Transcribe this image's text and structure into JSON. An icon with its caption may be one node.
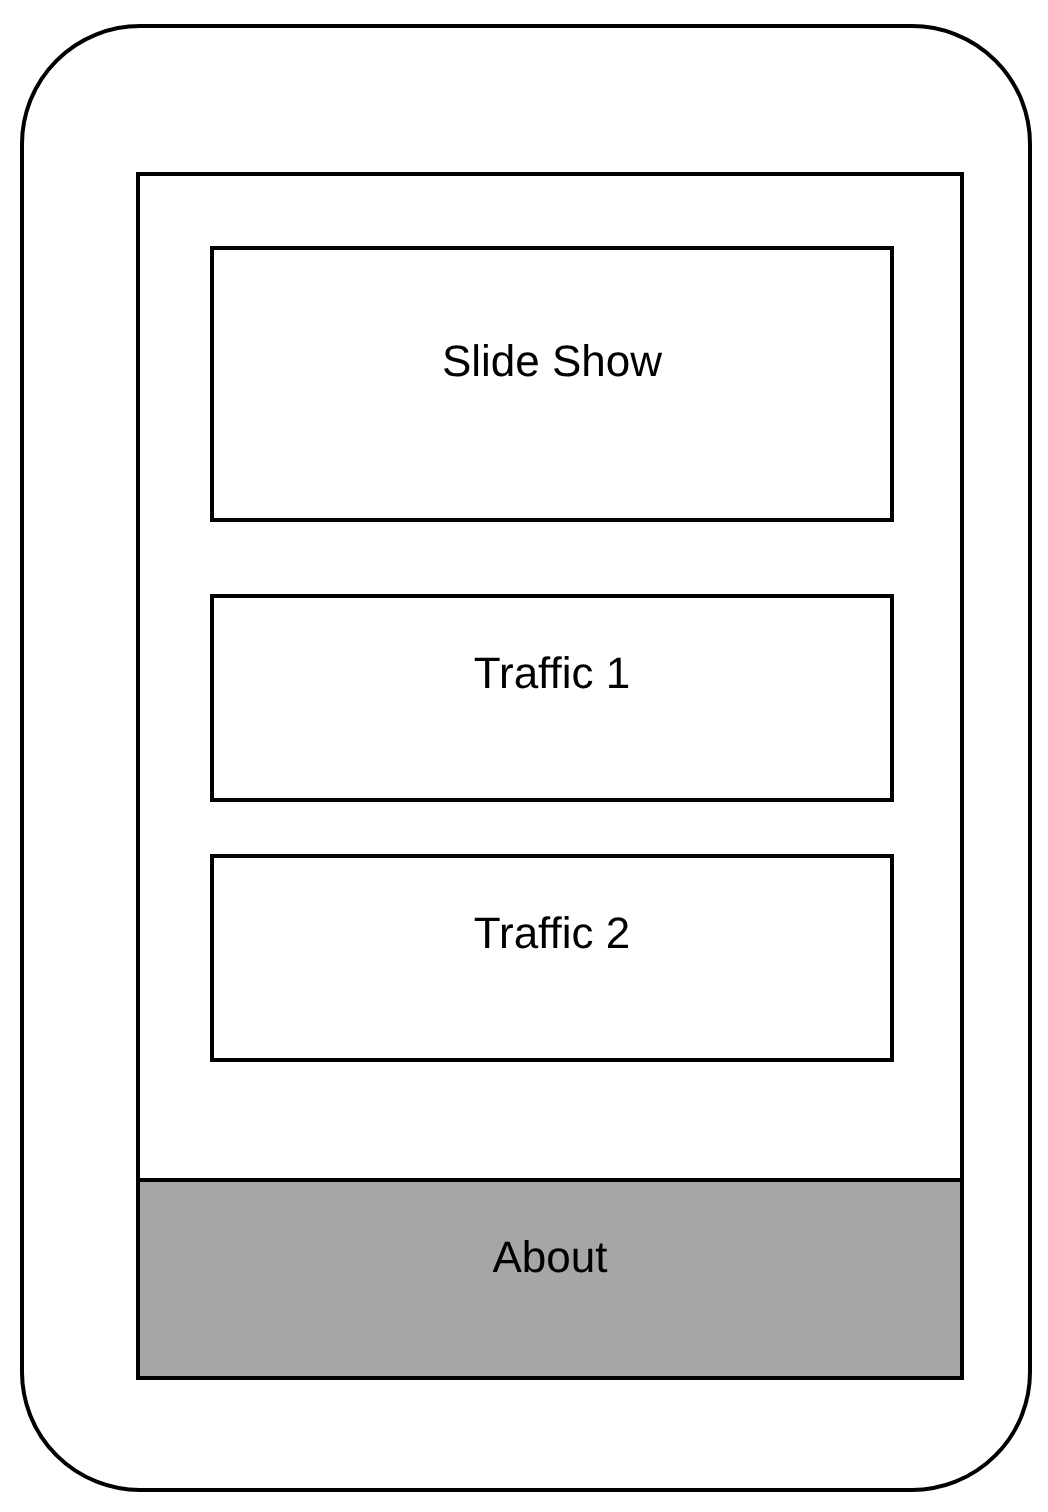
{
  "diagram": {
    "nodes": [
      {
        "text": [],
        "shape": "box"
      },
      {
        "text": [],
        "shape": "box",
        "in": 0
      },
      {
        "text": [
          "Slide Show"
        ],
        "in": 1
      },
      {
        "text": [
          "Traffic 1"
        ],
        "in": 1
      },
      {
        "text": [
          "Traffic 2"
        ],
        "in": 1
      },
      {
        "text": [
          "About"
        ],
        "in": 1
      }
    ]
  }
}
